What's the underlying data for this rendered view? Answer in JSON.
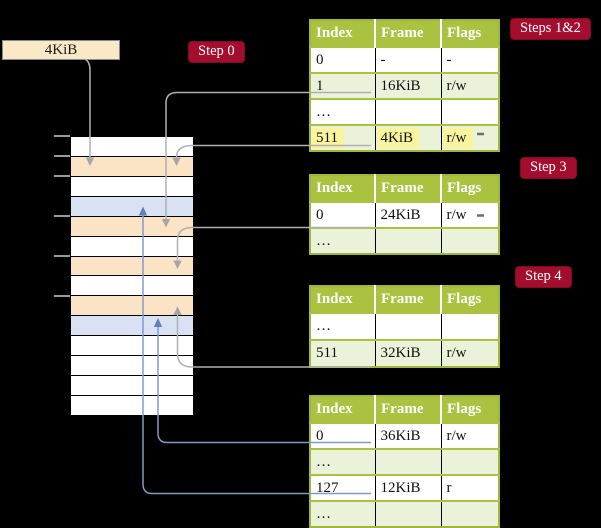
{
  "title": "Page table translation diagram",
  "page_box": {
    "label": "4KiB"
  },
  "step_labels": [
    {
      "text": "Step 0"
    },
    {
      "text": "Steps 1&2"
    },
    {
      "text": "Step 3"
    },
    {
      "text": "Step 4"
    }
  ],
  "memory_column": {
    "rows": [
      {
        "color": "white"
      },
      {
        "color": "orange"
      },
      {
        "color": "white"
      },
      {
        "color": "blue"
      },
      {
        "color": "orange"
      },
      {
        "color": "white"
      },
      {
        "color": "orange"
      },
      {
        "color": "white"
      },
      {
        "color": "orange"
      },
      {
        "color": "blue"
      },
      {
        "color": "white"
      },
      {
        "color": "white"
      },
      {
        "color": "white"
      },
      {
        "color": "white"
      }
    ],
    "tick_y": [
      136,
      156,
      176,
      216,
      256,
      296
    ]
  },
  "tables": [
    {
      "step": "Steps 1&2",
      "headers": [
        "Index",
        "Frame",
        "Flags"
      ],
      "rows": [
        {
          "cells": [
            "0",
            "-",
            "-"
          ],
          "shade": false,
          "highlight": false
        },
        {
          "cells": [
            "1",
            "16KiB",
            "r/w"
          ],
          "shade": true,
          "highlight": false
        },
        {
          "cells": [
            "…",
            "",
            ""
          ],
          "shade": false,
          "highlight": false
        },
        {
          "cells": [
            "511",
            "4KiB",
            "r/w"
          ],
          "shade": true,
          "highlight": true
        }
      ]
    },
    {
      "step": "Step 3",
      "headers": [
        "Index",
        "Frame",
        "Flags"
      ],
      "rows": [
        {
          "cells": [
            "0",
            "24KiB",
            "r/w"
          ],
          "shade": false,
          "highlight": false
        },
        {
          "cells": [
            "…",
            "",
            ""
          ],
          "shade": true,
          "highlight": false
        }
      ]
    },
    {
      "step": "Step 4",
      "headers": [
        "Index",
        "Frame",
        "Flags"
      ],
      "rows": [
        {
          "cells": [
            "…",
            "",
            ""
          ],
          "shade": false,
          "highlight": false
        },
        {
          "cells": [
            "511",
            "32KiB",
            "r/w"
          ],
          "shade": true,
          "highlight": false
        }
      ]
    },
    {
      "step": "final",
      "headers": [
        "Index",
        "Frame",
        "Flags"
      ],
      "rows": [
        {
          "cells": [
            "0",
            "36KiB",
            "r/w"
          ],
          "shade": false,
          "highlight": false
        },
        {
          "cells": [
            "…",
            "",
            ""
          ],
          "shade": true,
          "highlight": false
        },
        {
          "cells": [
            "127",
            "12KiB",
            "r"
          ],
          "shade": false,
          "highlight": false
        },
        {
          "cells": [
            "…",
            "",
            ""
          ],
          "shade": true,
          "highlight": false
        }
      ]
    }
  ],
  "colors": {
    "background": "#000000",
    "table_header_bg": "#A9C23F",
    "table_border": "#9FB63A",
    "row_shade": "#EBF2DA",
    "highlight_yellow": "#FBF49E",
    "memory_orange": "#FBE3C6",
    "memory_blue": "#D8E2F2",
    "page_box_bg": "#FAE9C6",
    "step_label_bg": "#A40E2E",
    "gray_arrow": "#B0B0B0",
    "blue_arrow": "#7E9BCB"
  }
}
